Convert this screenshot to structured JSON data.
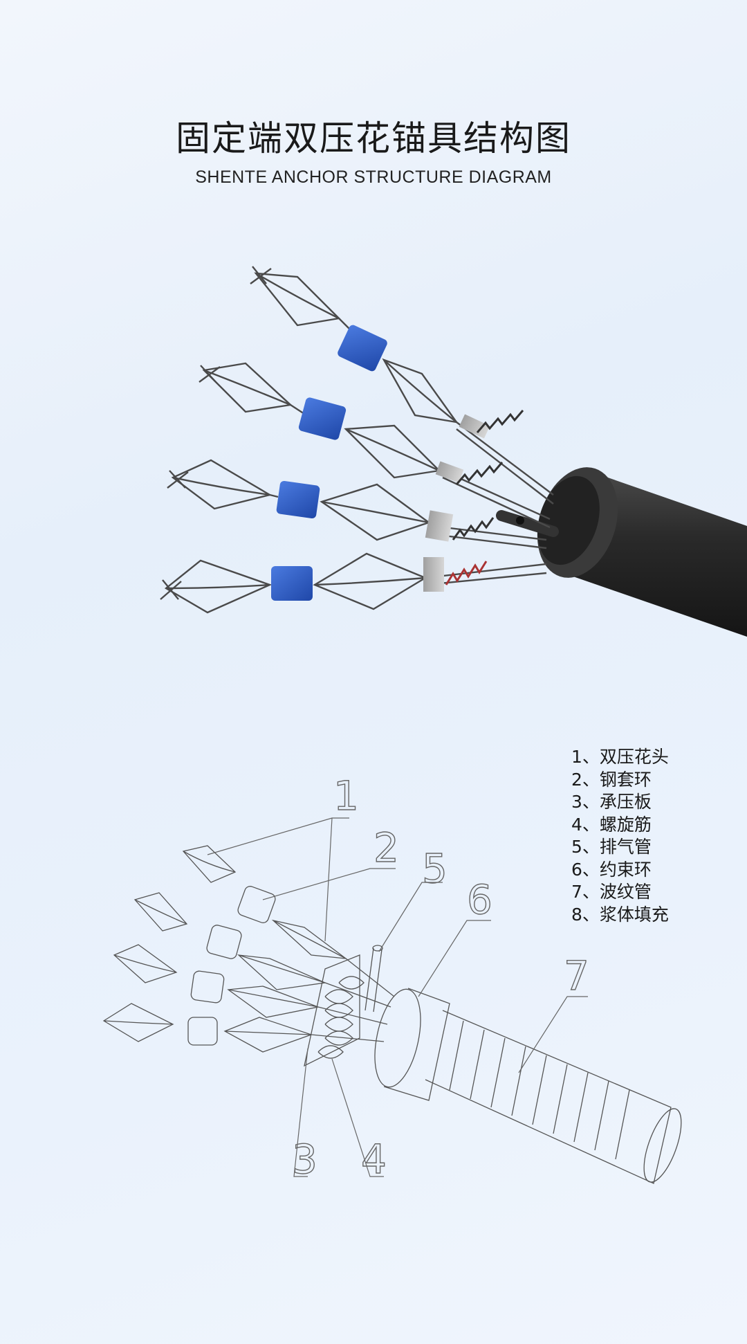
{
  "title": "固定端双压花锚具结构图",
  "subtitle": "SHENTE ANCHOR STRUCTURE DIAGRAM",
  "colors": {
    "sleeve": "#2f5fc4",
    "duct": "#2b2b2b",
    "wire": "#4a4a4a",
    "background": "#eaf2fc"
  },
  "callout_numbers": [
    "1",
    "2",
    "3",
    "4",
    "5",
    "6",
    "7"
  ],
  "legend": [
    "1、双压花头",
    "2、钢套环",
    "3、承压板",
    "4、螺旋筋",
    "5、排气管",
    "6、约束环",
    "7、波纹管",
    "8、浆体填充"
  ]
}
